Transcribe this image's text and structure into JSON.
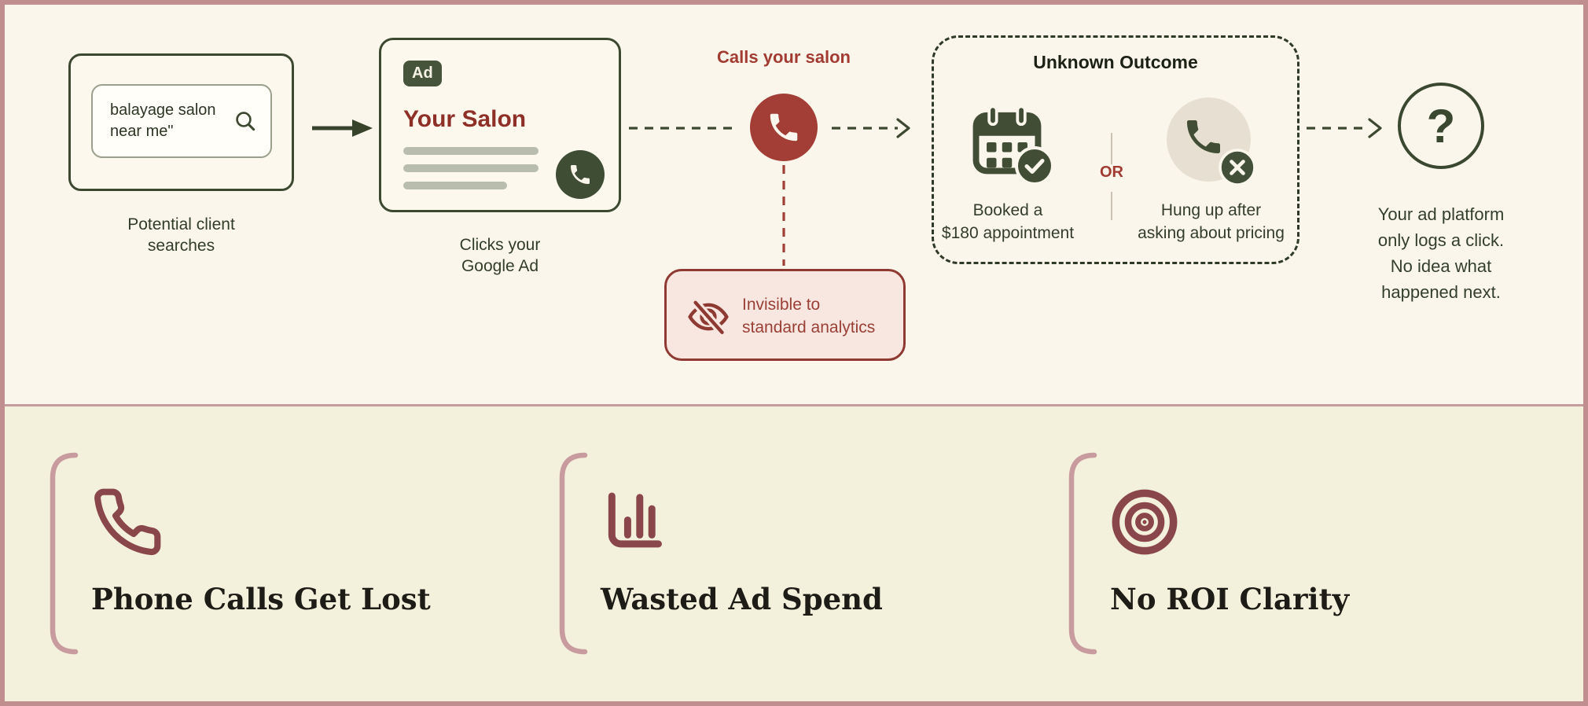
{
  "colors": {
    "outer_border": "#c08e8e",
    "top_background": "#fbf6ec",
    "bottom_background": "#f3f0db",
    "dark_green": "#3c4930",
    "dark_green_fill": "#44513a",
    "accent_red": "#a23e35",
    "dark_red_text": "#8e2f28",
    "pink_note_bg": "#f8e6e0",
    "pink_note_border": "#8e3a32",
    "beige_circle": "#e7e0d2",
    "maroon_icon": "#8a474b",
    "bracket_pink": "#c89b9f"
  },
  "flow": {
    "search_card": {
      "icon": "search-icon",
      "query_line1": "balayage salon",
      "query_line2": "near me\"",
      "caption_line1": "Potential client",
      "caption_line2": "searches"
    },
    "ad_card": {
      "badge": "Ad",
      "title": "Your Salon",
      "icon": "phone-icon",
      "caption_line1": "Clicks your",
      "caption_line2": "Google Ad"
    },
    "call_step": {
      "label": "Calls your salon",
      "icon": "phone-icon"
    },
    "invisible_note": {
      "icon": "eye-off-icon",
      "line1": "Invisible to",
      "line2": "standard analytics"
    },
    "unknown_outcome": {
      "title": "Unknown Outcome",
      "booked_icon": "calendar-check-icon",
      "booked_line1": "Booked a",
      "booked_line2": "$180 appointment",
      "or_label": "OR",
      "hungup_icon": "phone-x-icon",
      "hungup_line1": "Hung up after",
      "hungup_line2": "asking about pricing"
    },
    "question_step": {
      "mark": "?",
      "caption_line1": "Your ad platform",
      "caption_line2": "only logs a click.",
      "caption_line3": "No idea what",
      "caption_line4": "happened next."
    }
  },
  "problems": [
    {
      "icon": "phone-icon",
      "title": "Phone Calls Get Lost"
    },
    {
      "icon": "bar-chart-icon",
      "title": "Wasted Ad Spend"
    },
    {
      "icon": "target-icon",
      "title": "No ROI Clarity"
    }
  ]
}
